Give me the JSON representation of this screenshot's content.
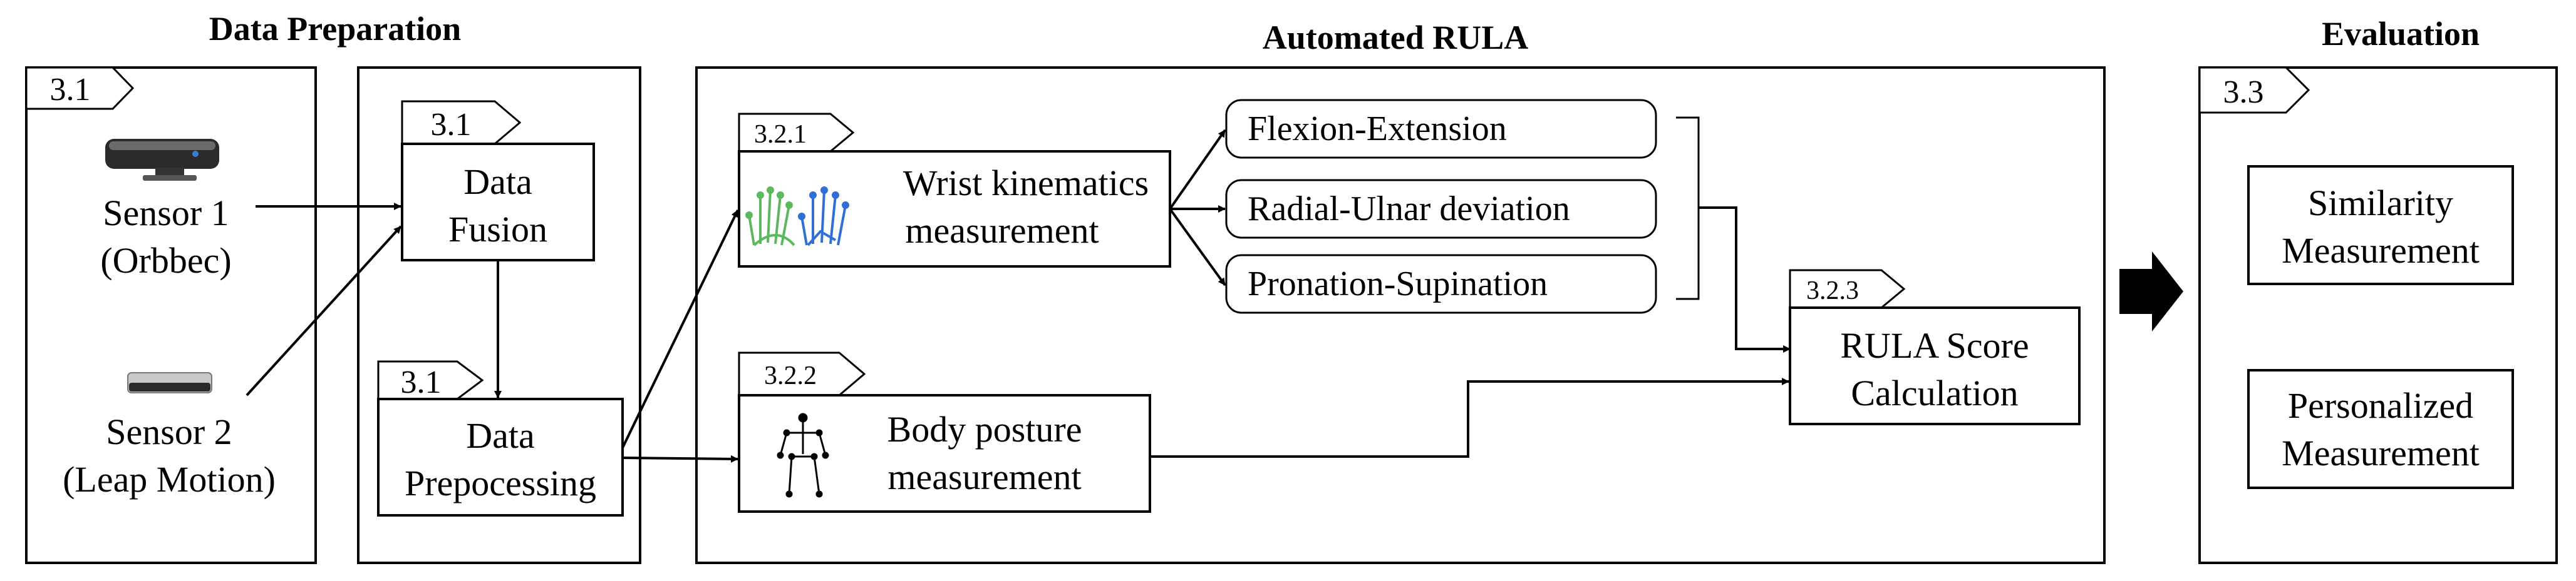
{
  "sections": {
    "data_preparation": "Data Preparation",
    "automated_rula": "Automated RULA",
    "evaluation": "Evaluation"
  },
  "tags": {
    "prep": "3.1",
    "fusion": "3.1",
    "preprocessing": "3.1",
    "wrist": "3.2.1",
    "body": "3.2.2",
    "rula": "3.2.3",
    "evaluation": "3.3"
  },
  "sensors": {
    "sensor1_line1": "Sensor 1",
    "sensor1_line2": "(Orbbec)",
    "sensor2_line1": "Sensor 2",
    "sensor2_line2": "(Leap Motion)"
  },
  "boxes": {
    "fusion_line1": "Data",
    "fusion_line2": "Fusion",
    "preprocessing_line1": "Data",
    "preprocessing_line2": "Prepocessing",
    "wrist_line1": "Wrist kinematics",
    "wrist_line2": "measurement",
    "body_line1": "Body posture",
    "body_line2": "measurement",
    "rula_line1": "RULA Score",
    "rula_line2": "Calculation",
    "similarity_line1": "Similarity",
    "similarity_line2": "Measurement",
    "personalized_line1": "Personalized",
    "personalized_line2": "Measurement"
  },
  "wrist_outputs": [
    "Flexion-Extension",
    "Radial-Ulnar  deviation",
    "Pronation-Supination"
  ],
  "icons": {
    "orbbec": "orbbec-camera-icon",
    "leap": "leap-motion-sensor-icon",
    "hand": "hand-skeleton-icon",
    "body": "body-skeleton-icon",
    "arrow": "block-arrow-icon"
  },
  "colors": {
    "hand_green": "#5cb85c",
    "hand_blue": "#2f6fd6"
  }
}
